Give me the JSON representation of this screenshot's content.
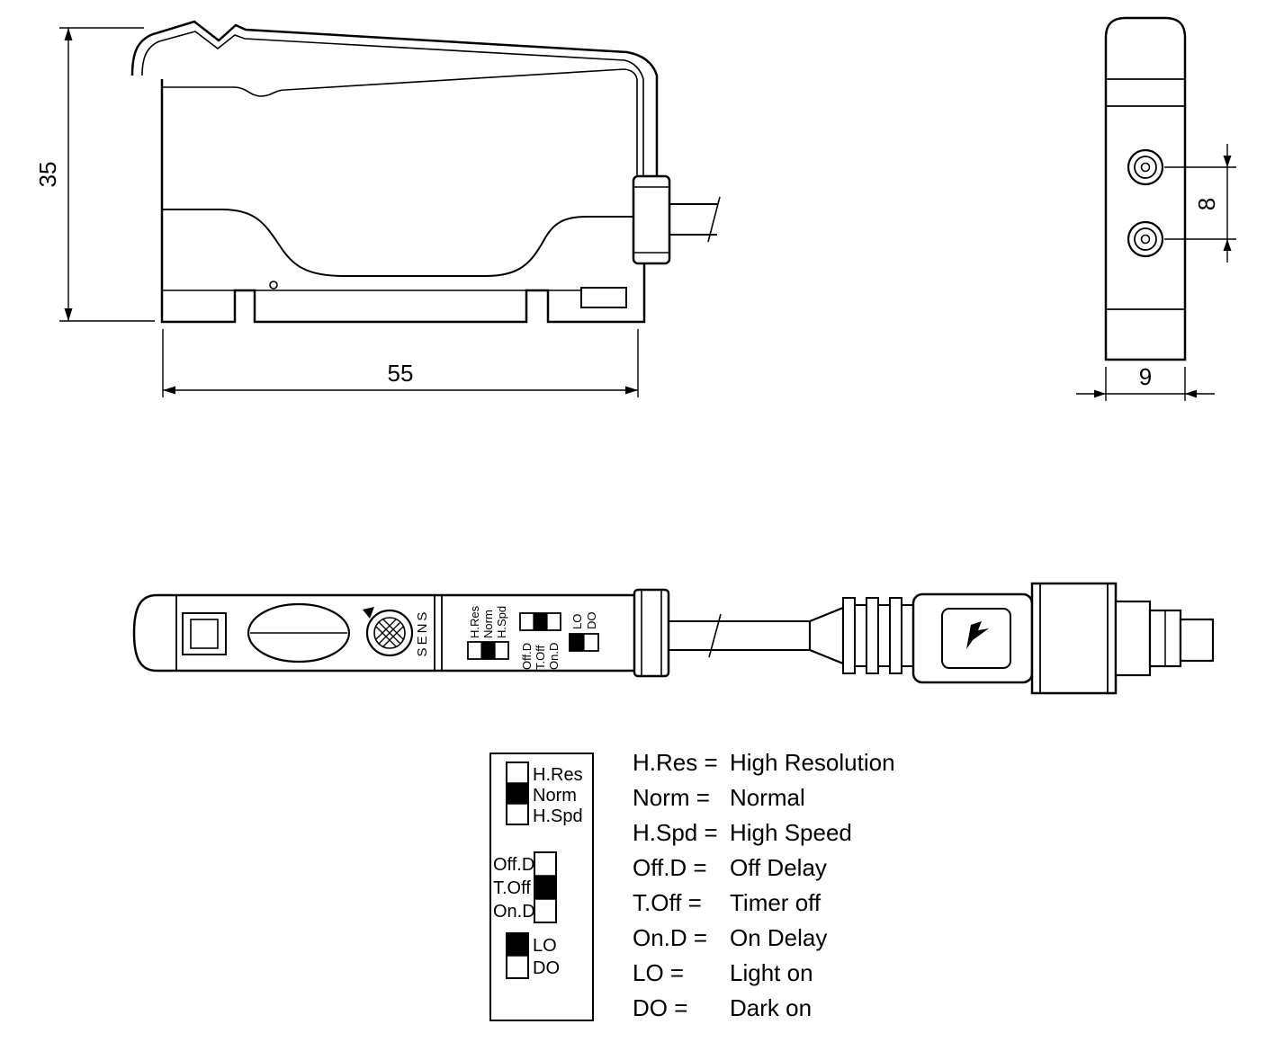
{
  "drawing": {
    "side_view": {
      "height_dim": "35",
      "width_dim": "55"
    },
    "end_view": {
      "port_spacing_dim": "8",
      "width_dim": "9"
    },
    "top_view": {
      "sens_label": "SENS",
      "mode_switch": {
        "options": [
          "H.Res",
          "Norm",
          "H.Spd"
        ],
        "selected": "Norm"
      },
      "timer_switch": {
        "options": [
          "Off.D",
          "T.Off",
          "On.D"
        ],
        "selected": "T.Off"
      },
      "output_switch": {
        "options": [
          "LO",
          "DO"
        ],
        "selected": "LO"
      }
    }
  },
  "legend": {
    "mode_switch": {
      "options": [
        "H.Res",
        "Norm",
        "H.Spd"
      ],
      "selected": "Norm"
    },
    "timer_switch": {
      "options": [
        "Off.D",
        "T.Off",
        "On.D"
      ],
      "selected": "T.Off"
    },
    "output_switch": {
      "options": [
        "LO",
        "DO"
      ],
      "selected": "LO"
    },
    "definitions": [
      {
        "term": "H.Res =",
        "meaning": "High Resolution"
      },
      {
        "term": "Norm =",
        "meaning": "Normal"
      },
      {
        "term": "H.Spd =",
        "meaning": "High Speed"
      },
      {
        "term": "Off.D =",
        "meaning": "Off Delay"
      },
      {
        "term": "T.Off =",
        "meaning": "Timer off"
      },
      {
        "term": "On.D =",
        "meaning": "On Delay"
      },
      {
        "term": "LO =",
        "meaning": "Light on"
      },
      {
        "term": "DO =",
        "meaning": "Dark on"
      }
    ]
  }
}
